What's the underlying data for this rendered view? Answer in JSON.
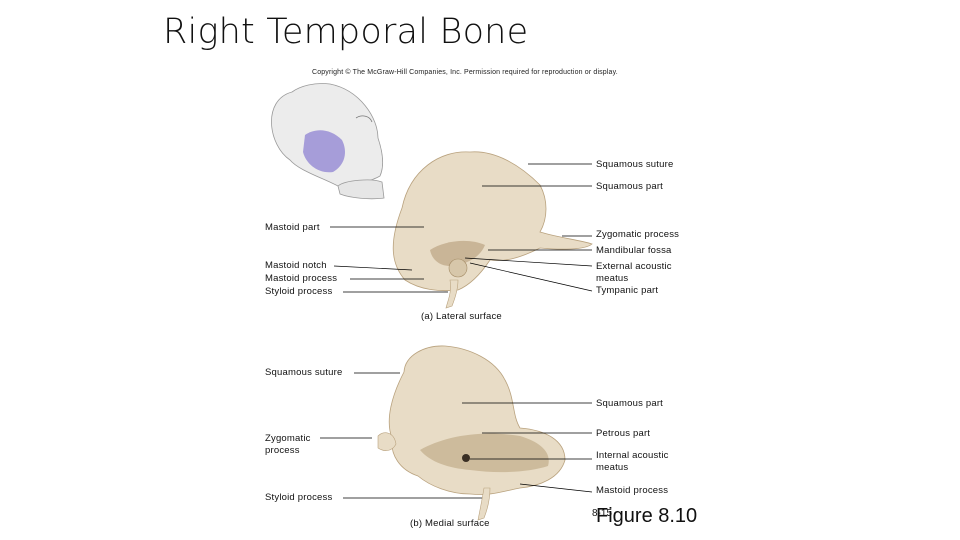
{
  "title": "Right Temporal Bone",
  "copyright": "Copyright © The McGraw-Hill Companies, Inc. Permission required for reproduction or display.",
  "figure_label": "Figure 8.10",
  "page_number": "8-15",
  "lateral": {
    "caption": "(a) Lateral surface",
    "labels": {
      "squamous_suture": "Squamous suture",
      "squamous_part": "Squamous part",
      "mastoid_part": "Mastoid part",
      "zygomatic_process": "Zygomatic process",
      "mandibular_fossa": "Mandibular fossa",
      "mastoid_notch": "Mastoid notch",
      "external_acoustic_1": "External acoustic",
      "external_acoustic_2": "meatus",
      "mastoid_process": "Mastoid process",
      "tympanic_part": "Tympanic part",
      "styloid_process": "Styloid process"
    }
  },
  "medial": {
    "caption": "(b) Medial surface",
    "labels": {
      "squamous_suture": "Squamous suture",
      "squamous_part": "Squamous part",
      "zygomatic_1": "Zygomatic",
      "zygomatic_2": "process",
      "petrous_part": "Petrous part",
      "internal_acoustic_1": "Internal acoustic",
      "internal_acoustic_2": "meatus",
      "mastoid_process": "Mastoid process",
      "styloid_process": "Styloid process"
    }
  },
  "colors": {
    "bone": "#e8dcc6",
    "bone_shadow": "#c9b597",
    "skull": "#eaeaea",
    "highlight": "#9a8fd6",
    "leader": "#000000"
  }
}
